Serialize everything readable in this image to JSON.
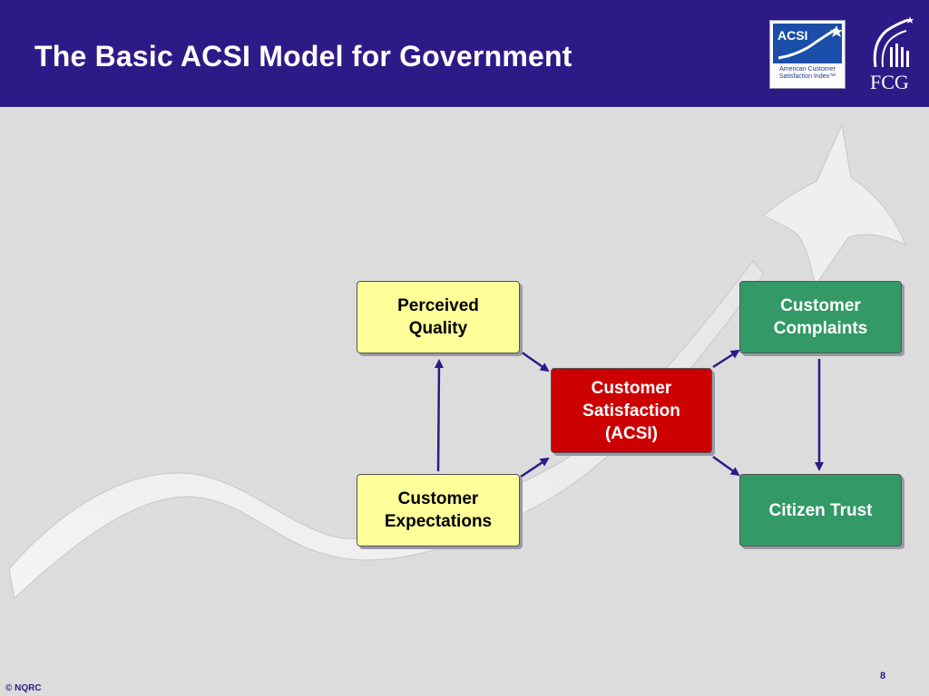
{
  "header": {
    "title": "The Basic ACSI Model for Government",
    "acsi_logo_text": "ACSI",
    "acsi_logo_subtitle": "American Customer Satisfaction Index™",
    "fcg_logo_text": "FCG"
  },
  "diagram": {
    "nodes": {
      "perceived_quality": "Perceived\nQuality",
      "customer_expectations": "Customer\nExpectations",
      "customer_satisfaction": "Customer\nSatisfaction\n(ACSI)",
      "customer_complaints": "Customer\nComplaints",
      "citizen_trust": "Citizen Trust"
    },
    "edges": [
      {
        "from": "customer_expectations",
        "to": "perceived_quality"
      },
      {
        "from": "perceived_quality",
        "to": "customer_satisfaction"
      },
      {
        "from": "customer_expectations",
        "to": "customer_satisfaction"
      },
      {
        "from": "customer_satisfaction",
        "to": "customer_complaints"
      },
      {
        "from": "customer_satisfaction",
        "to": "citizen_trust"
      },
      {
        "from": "customer_complaints",
        "to": "citizen_trust"
      }
    ]
  },
  "colors": {
    "header_bg": "#2e1a87",
    "background": "#dcdcdc",
    "yellow_node": "#ffff99",
    "red_node": "#cc0000",
    "green_node": "#339966",
    "arrow": "#2e1a87"
  },
  "footer": {
    "copyright": "© NQRC",
    "page_number": "8"
  }
}
